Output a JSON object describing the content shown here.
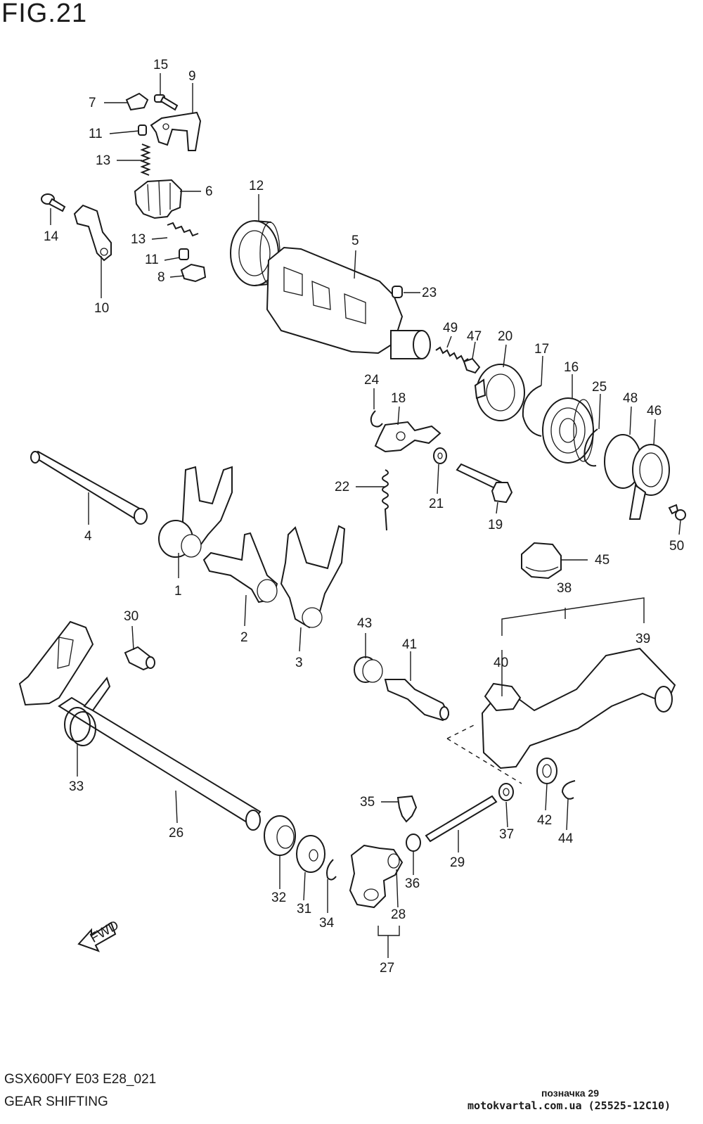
{
  "figure": {
    "title": "FIG.21",
    "model_line": "GSX600FY E03 E28_021",
    "name": "GEAR SHIFTING",
    "reference_label": "позначка 29",
    "site_line": "motokvartal.com.ua (25525-12C10)",
    "fwd_mark": "FWD"
  },
  "callouts": [
    {
      "id": "c15",
      "text": "15"
    },
    {
      "id": "c9",
      "text": "9"
    },
    {
      "id": "c7",
      "text": "7"
    },
    {
      "id": "c11a",
      "text": "11"
    },
    {
      "id": "c13a",
      "text": "13"
    },
    {
      "id": "c6",
      "text": "6"
    },
    {
      "id": "c14",
      "text": "14"
    },
    {
      "id": "c13b",
      "text": "13"
    },
    {
      "id": "c11b",
      "text": "11"
    },
    {
      "id": "c8",
      "text": "8"
    },
    {
      "id": "c10",
      "text": "10"
    },
    {
      "id": "c12",
      "text": "12"
    },
    {
      "id": "c5",
      "text": "5"
    },
    {
      "id": "c23",
      "text": "23"
    },
    {
      "id": "c49",
      "text": "49"
    },
    {
      "id": "c47",
      "text": "47"
    },
    {
      "id": "c20",
      "text": "20"
    },
    {
      "id": "c17",
      "text": "17"
    },
    {
      "id": "c16",
      "text": "16"
    },
    {
      "id": "c25",
      "text": "25"
    },
    {
      "id": "c48",
      "text": "48"
    },
    {
      "id": "c46",
      "text": "46"
    },
    {
      "id": "c24",
      "text": "24"
    },
    {
      "id": "c18",
      "text": "18"
    },
    {
      "id": "c22",
      "text": "22"
    },
    {
      "id": "c21",
      "text": "21"
    },
    {
      "id": "c19",
      "text": "19"
    },
    {
      "id": "c50",
      "text": "50"
    },
    {
      "id": "c4",
      "text": "4"
    },
    {
      "id": "c1",
      "text": "1"
    },
    {
      "id": "c2",
      "text": "2"
    },
    {
      "id": "c3",
      "text": "3"
    },
    {
      "id": "c45",
      "text": "45"
    },
    {
      "id": "c38",
      "text": "38"
    },
    {
      "id": "c39",
      "text": "39"
    },
    {
      "id": "c40",
      "text": "40"
    },
    {
      "id": "c30",
      "text": "30"
    },
    {
      "id": "c43",
      "text": "43"
    },
    {
      "id": "c41",
      "text": "41"
    },
    {
      "id": "c33",
      "text": "33"
    },
    {
      "id": "c26",
      "text": "26"
    },
    {
      "id": "c35",
      "text": "35"
    },
    {
      "id": "c37",
      "text": "37"
    },
    {
      "id": "c42",
      "text": "42"
    },
    {
      "id": "c44",
      "text": "44"
    },
    {
      "id": "c29",
      "text": "29"
    },
    {
      "id": "c32",
      "text": "32"
    },
    {
      "id": "c31",
      "text": "31"
    },
    {
      "id": "c34",
      "text": "34"
    },
    {
      "id": "c36",
      "text": "36"
    },
    {
      "id": "c28",
      "text": "28"
    },
    {
      "id": "c27",
      "text": "27"
    }
  ]
}
